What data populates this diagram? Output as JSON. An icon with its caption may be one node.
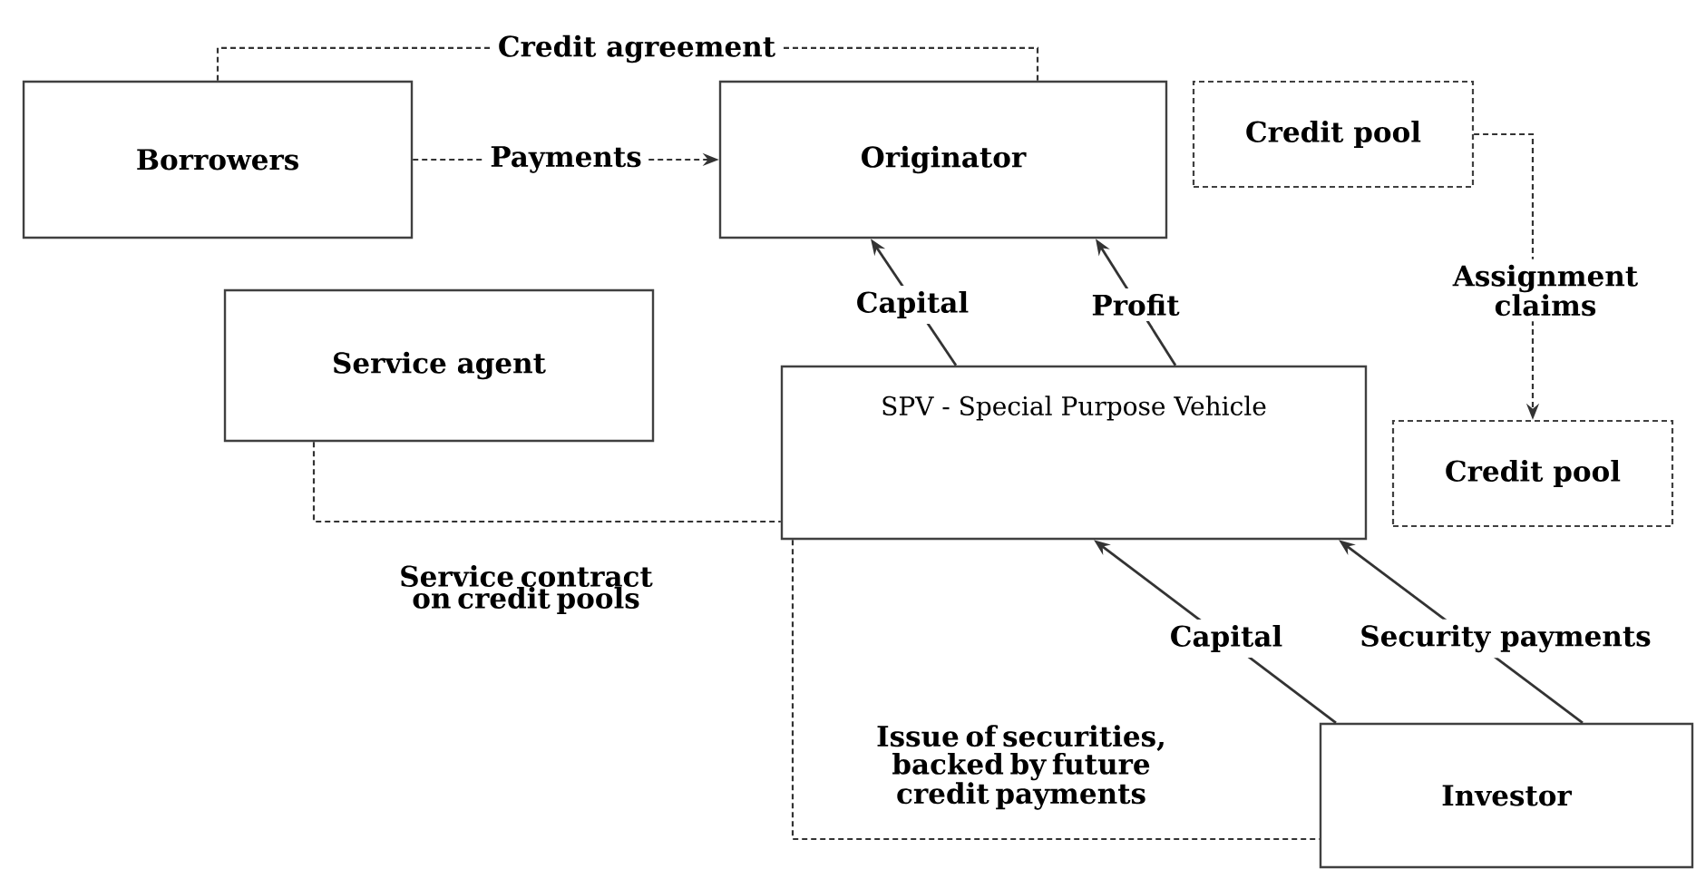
{
  "diagram": {
    "nodes": [
      {
        "text": [
          "Borrowers"
        ]
      },
      {
        "text": [
          "Originator"
        ]
      },
      {
        "text": [
          "Credit pool"
        ]
      },
      {
        "text": [
          "Service agent"
        ]
      },
      {
        "text": [
          "SPV - Special Purpose Vehicle"
        ]
      },
      {
        "text": [
          "Credit pool"
        ]
      },
      {
        "text": [
          "Investor"
        ]
      }
    ],
    "edges": [
      {
        "from": 0,
        "to": 1,
        "arrow": "none",
        "label": "Credit agreement",
        "style": "dashed"
      },
      {
        "from": 0,
        "to": 1,
        "arrow": "to",
        "label": "Payments",
        "style": "dashed"
      },
      {
        "from": 2,
        "to": 5,
        "arrow": "to",
        "label": "Assignment claims",
        "style": "dashed"
      },
      {
        "from": 4,
        "to": 1,
        "arrow": "to",
        "label": "Capital"
      },
      {
        "from": 4,
        "to": 1,
        "arrow": "to",
        "label": "Profit"
      },
      {
        "from": 3,
        "to": 4,
        "arrow": "none",
        "label": "Service contract on credit pools",
        "style": "dashed"
      },
      {
        "from": 6,
        "to": 4,
        "arrow": "to",
        "label": "Capital"
      },
      {
        "from": 6,
        "to": 4,
        "arrow": "to",
        "label": "Security payments"
      },
      {
        "from": 4,
        "to": 6,
        "arrow": "none",
        "label": "Issue of securities, backed by future credit payments",
        "style": "dashed"
      }
    ]
  }
}
